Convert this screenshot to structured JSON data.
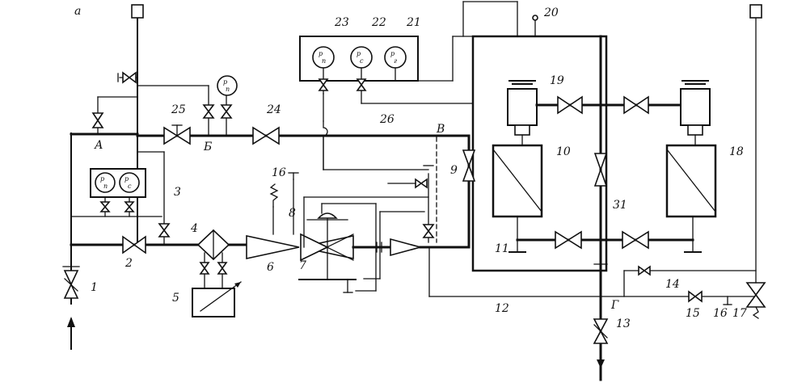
{
  "figure_letter": "а",
  "numbers": [
    "1",
    "2",
    "3",
    "4",
    "5",
    "6",
    "7",
    "8",
    "9",
    "10",
    "11",
    "12",
    "13",
    "14",
    "15",
    "16",
    "16",
    "17",
    "18",
    "19",
    "20",
    "21",
    "22",
    "23",
    "24",
    "25",
    "26",
    "31"
  ],
  "point_labels": [
    "А",
    "Б",
    "В",
    "Г"
  ],
  "gauge_marks": [
    "р",
    "п",
    "р",
    "с",
    "р",
    "г"
  ]
}
